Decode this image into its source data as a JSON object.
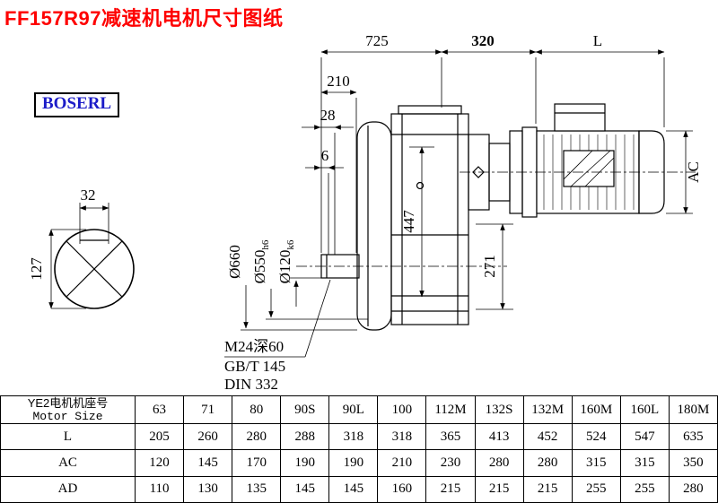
{
  "page": {
    "title": "FF157R97减速机电机尺寸图纸",
    "brand": "BOSERL"
  },
  "drawing": {
    "dims": {
      "overall_length": "725",
      "mid_length": "320",
      "motor_length": "L",
      "flange_depth": "210",
      "face_offset": "28",
      "face_gap": "6",
      "key_width": "32",
      "bore_keyway": "127",
      "housing_height": "447",
      "center_drop": "271",
      "motor_diameter": "AC",
      "flange_dia": "Ø660",
      "spigot_dia": "Ø550",
      "spigot_tol": "h6",
      "shaft_dia": "Ø120",
      "shaft_tol": "k6"
    },
    "notes": {
      "tap": "M24深60",
      "gb": "GB/T 145",
      "din": "DIN 332"
    }
  },
  "table": {
    "header": {
      "label_cn": "YE2电机机座号",
      "label_en": "Motor Size",
      "sizes": [
        "63",
        "71",
        "80",
        "90S",
        "90L",
        "100",
        "112M",
        "132S",
        "132M",
        "160M",
        "160L",
        "180M"
      ]
    },
    "rows": [
      {
        "label": "L",
        "values": [
          "205",
          "260",
          "280",
          "288",
          "318",
          "318",
          "365",
          "413",
          "452",
          "524",
          "547",
          "635"
        ]
      },
      {
        "label": "AC",
        "values": [
          "120",
          "145",
          "170",
          "190",
          "190",
          "210",
          "230",
          "280",
          "280",
          "315",
          "315",
          "350"
        ]
      },
      {
        "label": "AD",
        "values": [
          "110",
          "130",
          "135",
          "145",
          "145",
          "160",
          "215",
          "215",
          "215",
          "255",
          "255",
          "280"
        ]
      }
    ]
  }
}
